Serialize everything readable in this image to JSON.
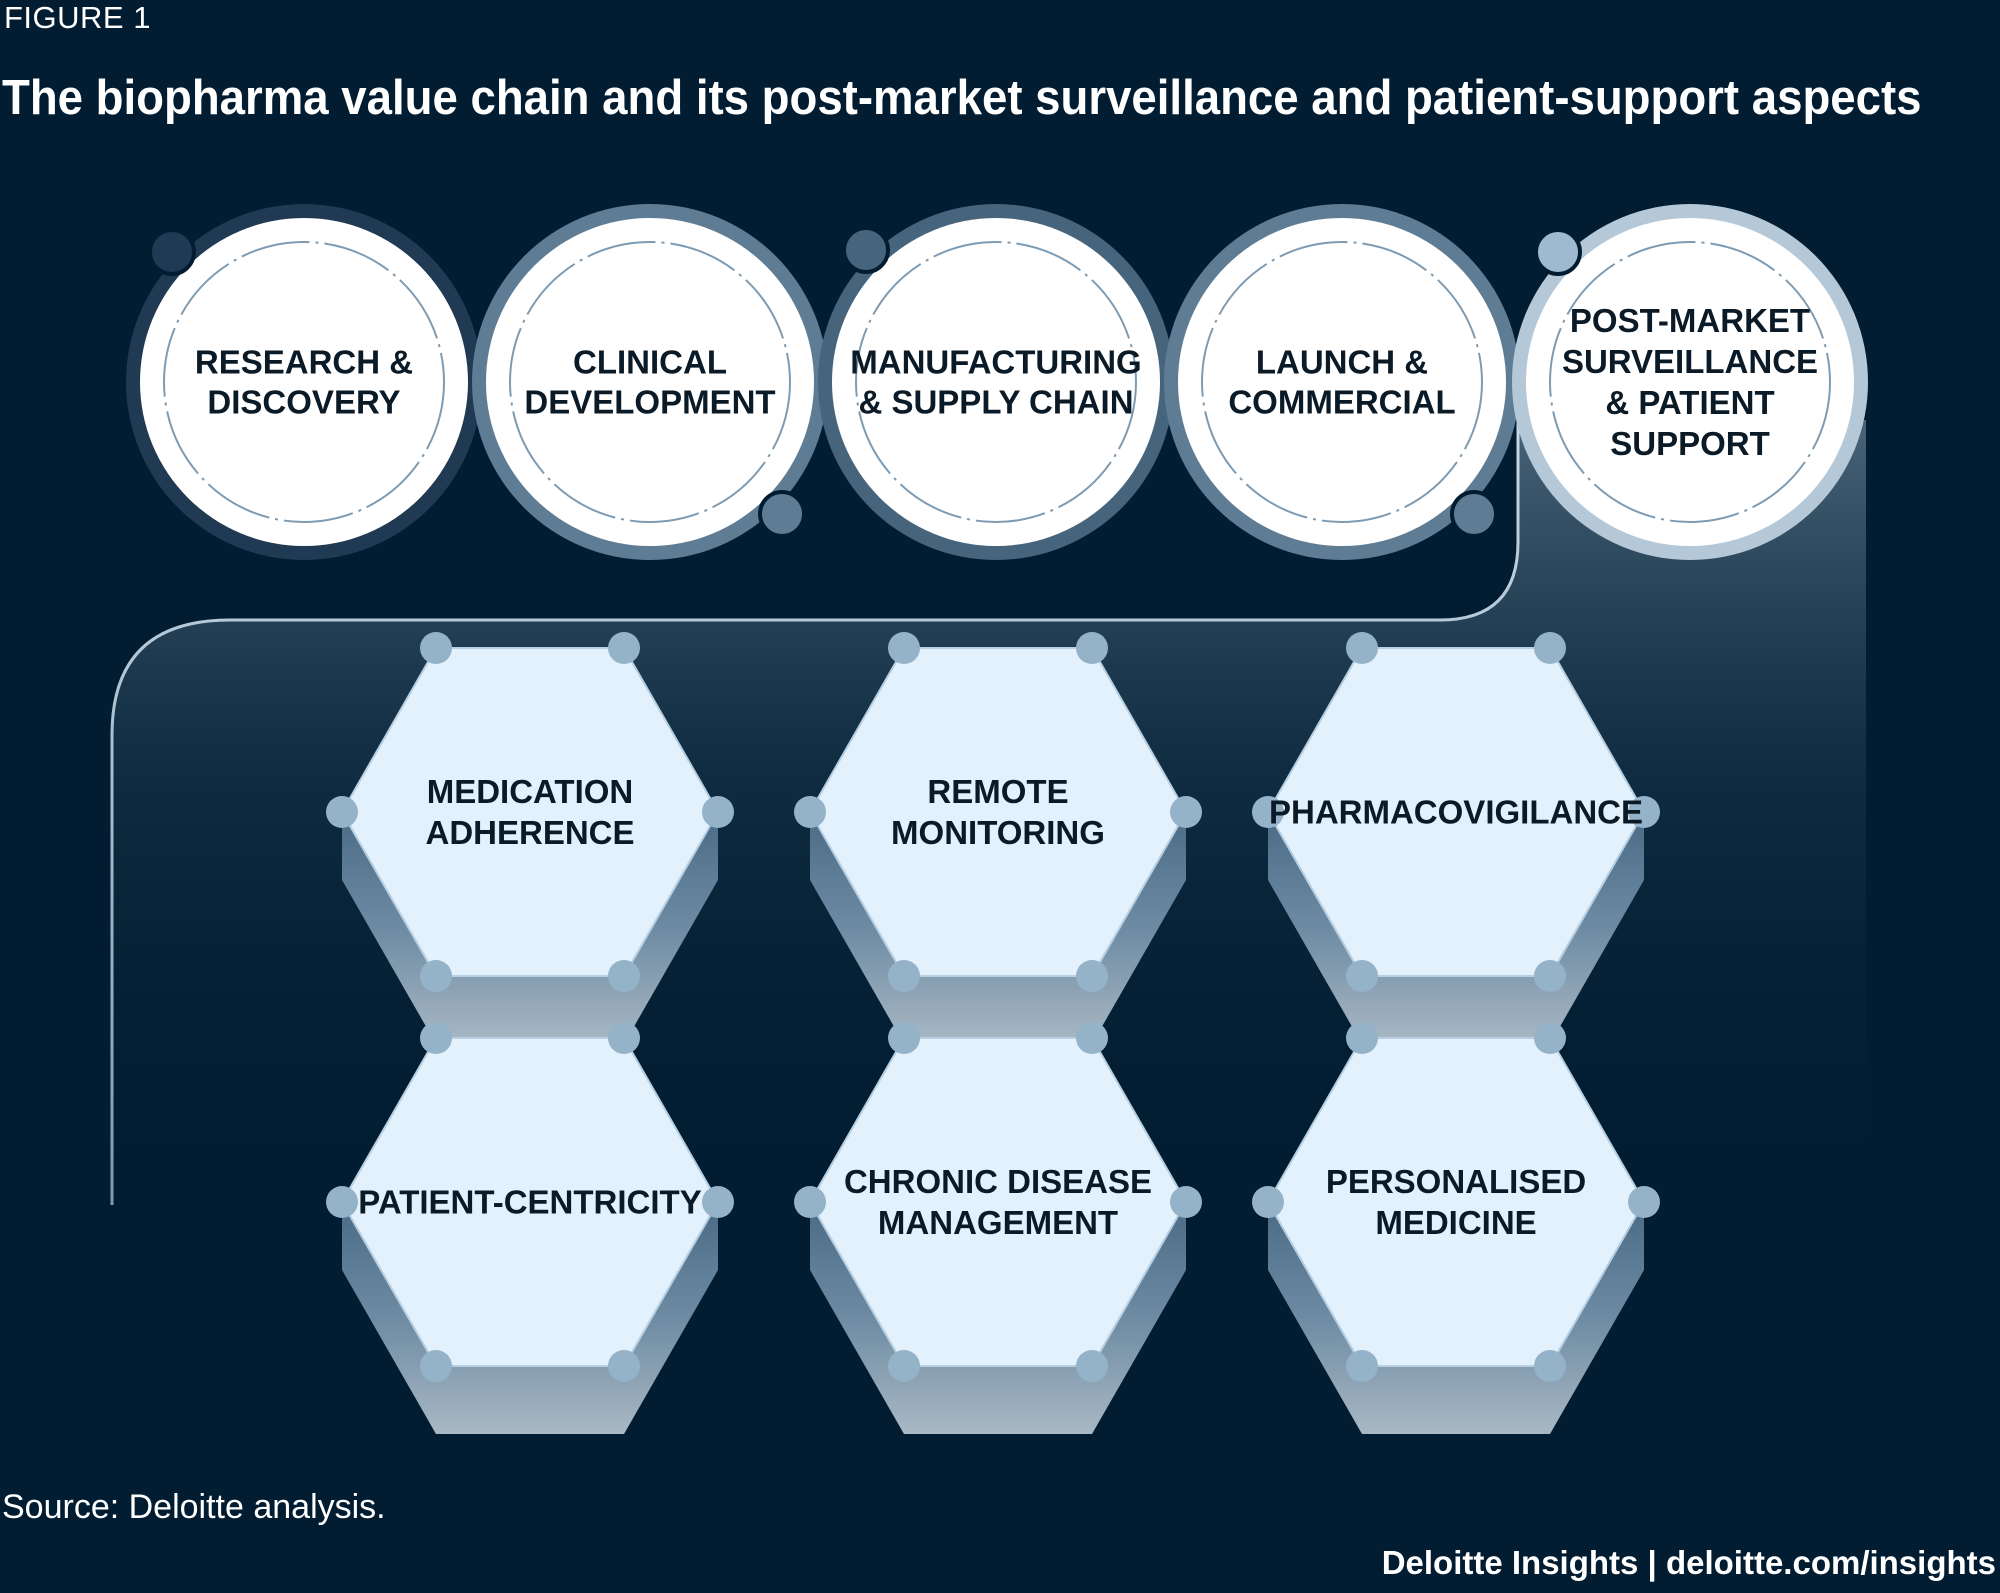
{
  "figure_label": "FIGURE 1",
  "title": "The biopharma value chain and its post-market surveillance and patient-support aspects",
  "value_chain": [
    {
      "id": "research",
      "lines": [
        "RESEARCH &",
        "DISCOVERY"
      ]
    },
    {
      "id": "clinical",
      "lines": [
        "CLINICAL",
        "DEVELOPMENT"
      ]
    },
    {
      "id": "manufacturing",
      "lines": [
        "MANUFACTURING",
        "& SUPPLY CHAIN"
      ]
    },
    {
      "id": "launch",
      "lines": [
        "LAUNCH &",
        "COMMERCIAL"
      ]
    },
    {
      "id": "post-market",
      "lines": [
        "POST-MARKET",
        "SURVEILLANCE",
        "& PATIENT",
        "SUPPORT"
      ]
    }
  ],
  "aspects": [
    {
      "id": "medication-adherence",
      "lines": [
        "MEDICATION",
        "ADHERENCE"
      ]
    },
    {
      "id": "remote-monitoring",
      "lines": [
        "REMOTE",
        "MONITORING"
      ]
    },
    {
      "id": "pharmacovigilance",
      "lines": [
        "PHARMACOVIGILANCE"
      ]
    },
    {
      "id": "patient-centricity",
      "lines": [
        "PATIENT-CENTRICITY"
      ]
    },
    {
      "id": "chronic-disease-management",
      "lines": [
        "CHRONIC DISEASE",
        "MANAGEMENT"
      ]
    },
    {
      "id": "personalised-medicine",
      "lines": [
        "PERSONALISED",
        "MEDICINE"
      ]
    }
  ],
  "source": "Source: Deloitte analysis.",
  "credit": "Deloitte Insights | deloitte.com/insights",
  "colors": {
    "background": "#021d31",
    "circle_fill": "#ffffff",
    "hex_fill": "#e3f1fc",
    "node": "#94b3c9",
    "text": "#0b1a27"
  }
}
